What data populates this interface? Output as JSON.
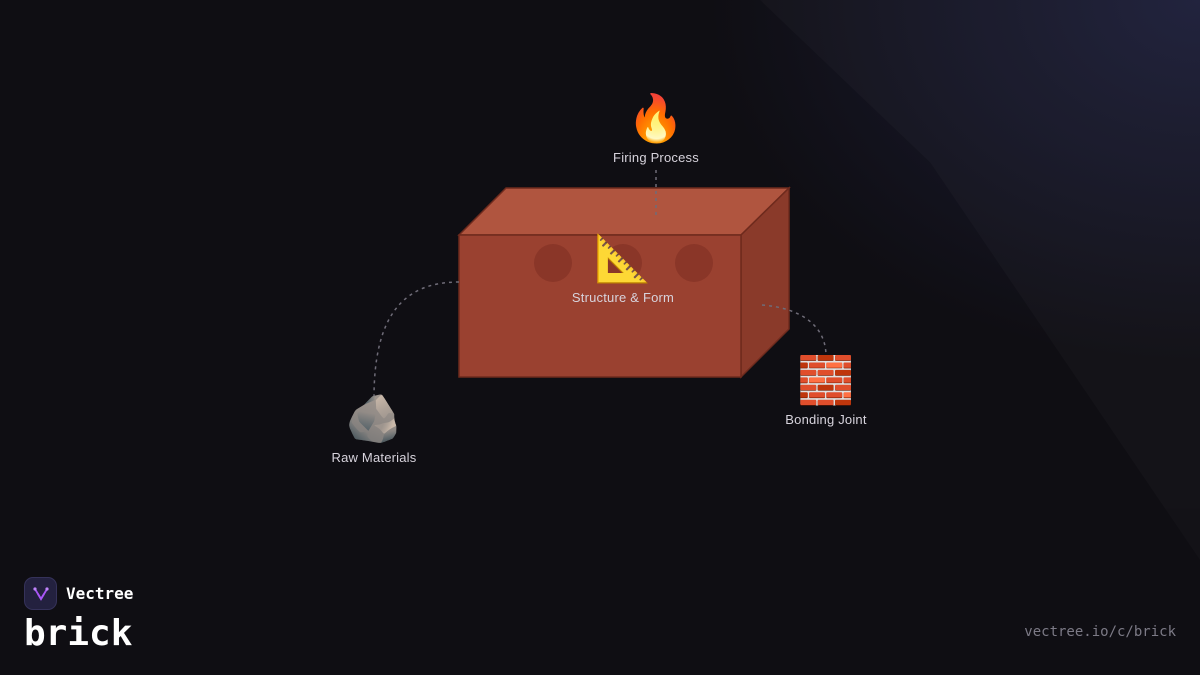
{
  "brand": {
    "name": "Vectree",
    "title": "brick",
    "url": "vectree.io/c/brick",
    "accent_color": "#a855f7"
  },
  "diagram": {
    "central_object": "brick",
    "brick_colors": {
      "front": "#9a4130",
      "top": "#b0553f",
      "side": "#8a3a2a",
      "holes": "#8a3628"
    },
    "nodes": [
      {
        "id": "firing",
        "label": "Firing Process",
        "icon": "fire-icon",
        "glyph": "🔥"
      },
      {
        "id": "structure",
        "label": "Structure & Form",
        "icon": "triangular-ruler-icon",
        "glyph": "📐"
      },
      {
        "id": "bonding",
        "label": "Bonding Joint",
        "icon": "brick-wall-icon",
        "glyph": "🧱"
      },
      {
        "id": "raw",
        "label": "Raw Materials",
        "icon": "rock-icon",
        "glyph": "🪨"
      }
    ]
  }
}
